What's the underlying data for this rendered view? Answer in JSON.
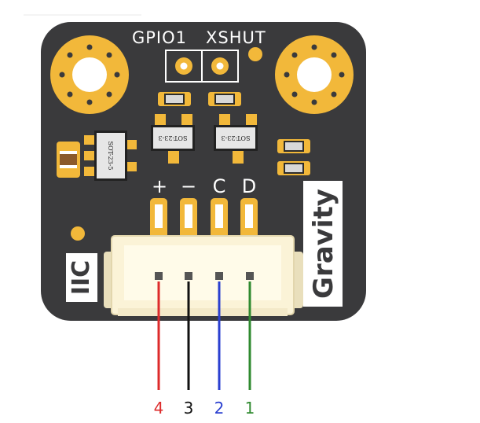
{
  "board": {
    "pad_labels": {
      "gpio1": "GPIO1",
      "xshut": "XSHUT"
    },
    "header_labels": [
      "+",
      "−",
      "C",
      "D"
    ],
    "side_label": "IIC",
    "brand": "Gravity",
    "chips": [
      "SOT-23-3",
      "SOT-23-3",
      "SOT-23-5"
    ]
  },
  "wires": [
    {
      "number": "4",
      "color": "#dd2b2b"
    },
    {
      "number": "3",
      "color": "#111111"
    },
    {
      "number": "2",
      "color": "#2a3fd0"
    },
    {
      "number": "1",
      "color": "#2f8a2f"
    }
  ],
  "colors": {
    "pcb": "#3a3a3c",
    "gold": "#f2b83a",
    "connector": "#fbf3d7"
  }
}
